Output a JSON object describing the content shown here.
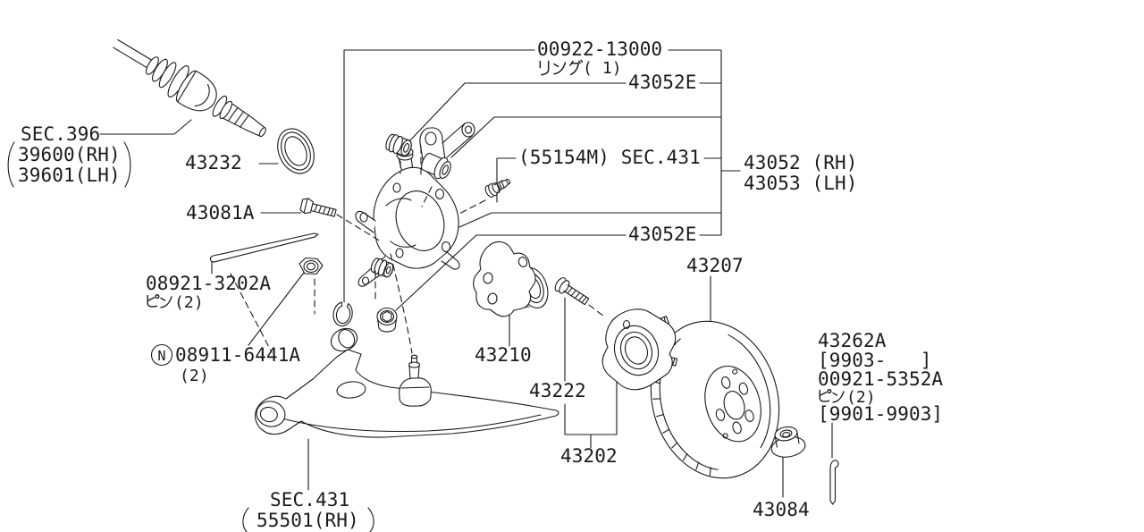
{
  "diagram": {
    "bg_color": "#ffffff",
    "line_color": "#1a1a1a",
    "labels": {
      "ring": {
        "part": "00922-13000",
        "note": "リング( 1)",
        "note_suffix": "( 1)"
      },
      "collar_top": {
        "part": "43052E"
      },
      "axle": {
        "sec": "SEC.396",
        "rh": "39600(RH)",
        "lh": "39601(LH)"
      },
      "seal": {
        "part": "43232"
      },
      "sensor": {
        "part": "(55154M) SEC.431"
      },
      "knuckle": {
        "rh": "43052 (RH)",
        "lh": "43053 (LH)"
      },
      "bolt_upper": {
        "part": "43081A"
      },
      "collar_lower": {
        "part": "43052E"
      },
      "pin_front": {
        "part": "08921-3202A",
        "note": "ピン(2)",
        "note_suffix": "(2)"
      },
      "lock_nut": {
        "prefix": "N",
        "part": "08911-6441A",
        "qty": "(2)"
      },
      "hub_bearing": {
        "part": "43210"
      },
      "hub_bolt": {
        "part": "43222"
      },
      "hub": {
        "part": "43202"
      },
      "rotor": {
        "part": "43207"
      },
      "washer": {
        "part": "43262A",
        "range": "[9903-   ]"
      },
      "pin_rear": {
        "part": "00921-5352A",
        "note": "ピン(2)",
        "note_suffix": "(2)",
        "range": "[9901-9903]"
      },
      "arm": {
        "sec": "SEC.431",
        "sub": "55501(RH)"
      },
      "hub_nut": {
        "part": "43084"
      }
    }
  }
}
